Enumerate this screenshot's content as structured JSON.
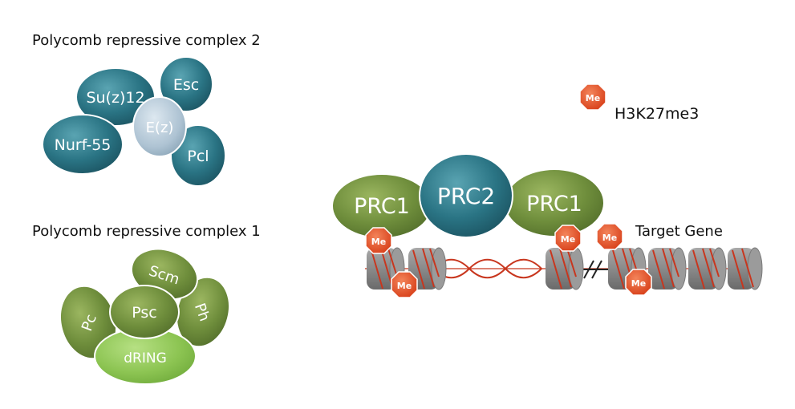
{
  "prc2_panel": {
    "title": "Polycomb repressive complex 2",
    "subunits": {
      "su_z_12": "Su(z)12",
      "esc": "Esc",
      "e_z": "E(z)",
      "nurf55": "Nurf-55",
      "pcl": "Pcl"
    }
  },
  "prc1_panel": {
    "title": "Polycomb repressive complex 1",
    "subunits": {
      "scm": "Scm",
      "pc": "Pc",
      "psc": "Psc",
      "ph": "Ph",
      "dring": "dRING"
    }
  },
  "legend": {
    "me_badge": "Me",
    "mark_label": "H3K27me3"
  },
  "chromatin": {
    "prc1_left": "PRC1",
    "prc2_center": "PRC2",
    "prc1_right": "PRC1",
    "target_gene_label": "Target Gene",
    "me_badge": "Me"
  },
  "colors": {
    "prc2_teal": "#2a7484",
    "prc2_light": "#b4c8d8",
    "prc1_green": "#6f8e3c",
    "dring_green": "#8cc452",
    "me_red": "#e2522a",
    "nucleosome_gray": "#8a8a8a",
    "dna_red": "#c8361e"
  }
}
